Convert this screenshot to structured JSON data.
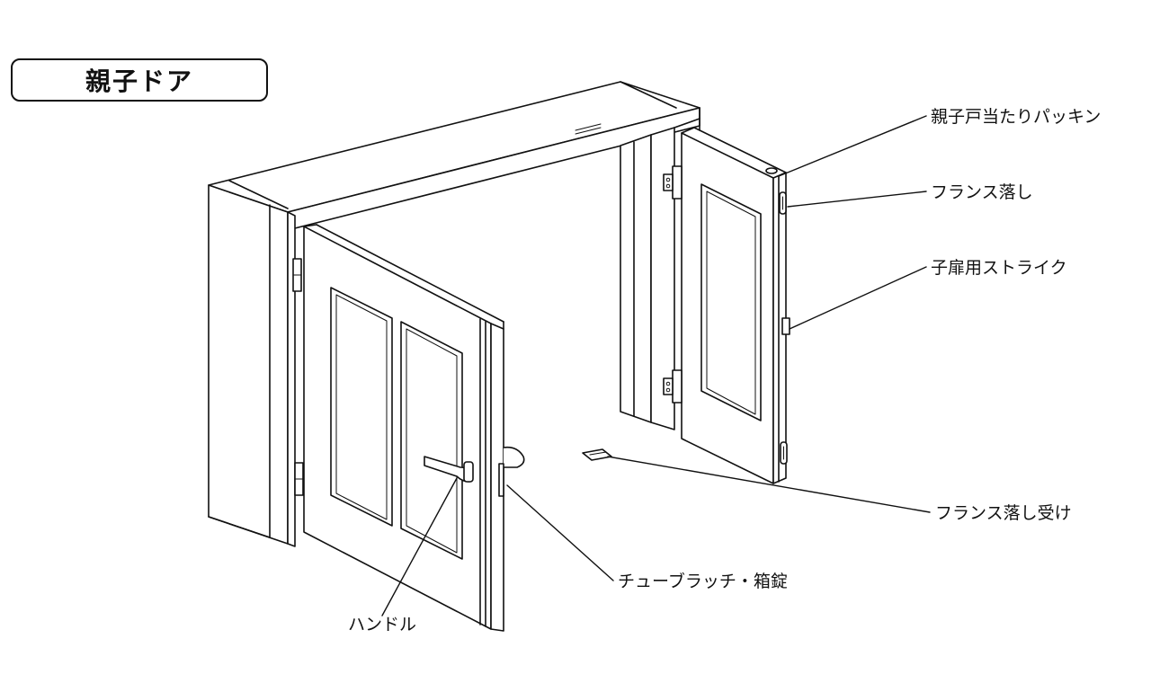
{
  "title": "親子ドア",
  "callouts": {
    "packing": "親子戸当たりパッキン",
    "flush_bolt": "フランス落し",
    "strike": "子扉用ストライク",
    "bolt_receiver": "フランス落し受け",
    "latch_lock": "チューブラッチ・箱錠",
    "handle": "ハンドル"
  },
  "colors": {
    "line": "#111111",
    "background": "#ffffff"
  }
}
